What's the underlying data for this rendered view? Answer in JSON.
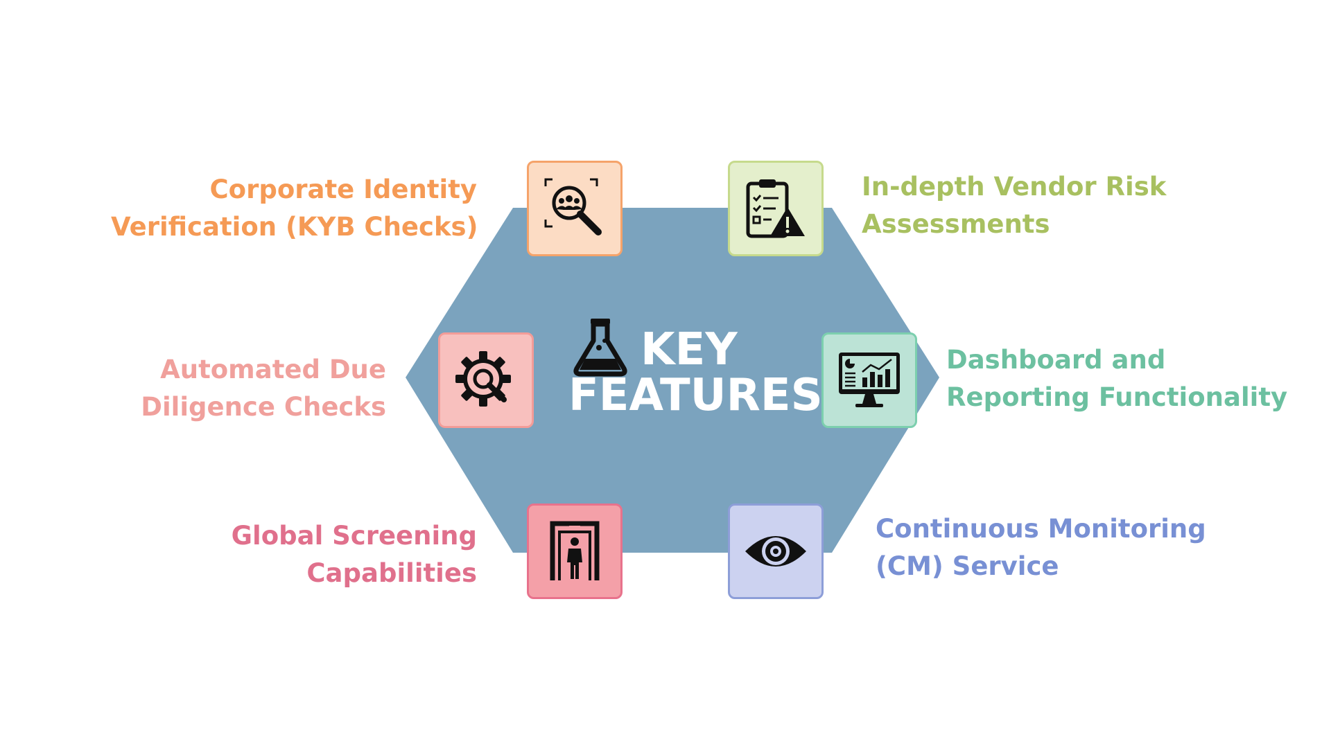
{
  "center": {
    "line1": "KEY",
    "line2": "FEATURES",
    "icon": "flask-icon",
    "hex_color": "#7ba3be"
  },
  "features": [
    {
      "id": "kyb",
      "lines": [
        "Corporate Identity",
        "Verification (KYB Checks)"
      ],
      "icon": "search-people-icon",
      "text_color": "#f59a55",
      "tile_fill": "#fcdcc4",
      "tile_border": "#f5a36a"
    },
    {
      "id": "vendor",
      "lines": [
        "In-depth Vendor Risk",
        "Assessments"
      ],
      "icon": "clipboard-warning-icon",
      "text_color": "#a8c060",
      "tile_fill": "#e4efcc",
      "tile_border": "#c6da8c"
    },
    {
      "id": "due",
      "lines": [
        "Automated Due",
        "Diligence Checks"
      ],
      "icon": "gear-search-icon",
      "text_color": "#f0a09c",
      "tile_fill": "#f8c0be",
      "tile_border": "#f39c98"
    },
    {
      "id": "dashboard",
      "lines": [
        "Dashboard and",
        "Reporting Functionality"
      ],
      "icon": "monitor-chart-icon",
      "text_color": "#6cc0a0",
      "tile_fill": "#bce3d6",
      "tile_border": "#7ccfae"
    },
    {
      "id": "global",
      "lines": [
        "Global Screening",
        "Capabilities"
      ],
      "icon": "security-gate-icon",
      "text_color": "#e0708c",
      "tile_fill": "#f4a0a8",
      "tile_border": "#e8728c"
    },
    {
      "id": "cm",
      "lines": [
        "Continuous Monitoring",
        "(CM) Service"
      ],
      "icon": "eye-icon",
      "text_color": "#7890d4",
      "tile_fill": "#ccd2f0",
      "tile_border": "#8d9ed8"
    }
  ]
}
